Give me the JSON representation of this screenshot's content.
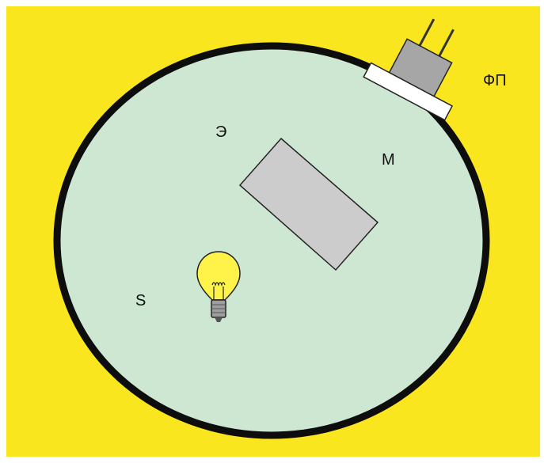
{
  "colors": {
    "background": "#F9E61E",
    "sphere_fill": "#CDE7D2",
    "sphere_border": "#0D0D0D",
    "screen_fill": "#CCCCCC",
    "photodetector_body": "#A6A6A6",
    "window_fill": "#FFFFFF",
    "bulb_glass": "#FFF34A",
    "bulb_base": "#9E9E9E"
  },
  "labels": {
    "photodetector": "ФП",
    "screen": "Э",
    "port": "М",
    "source": "S"
  },
  "icons": {
    "source": "light-bulb-icon",
    "detector": "photodetector-icon"
  }
}
